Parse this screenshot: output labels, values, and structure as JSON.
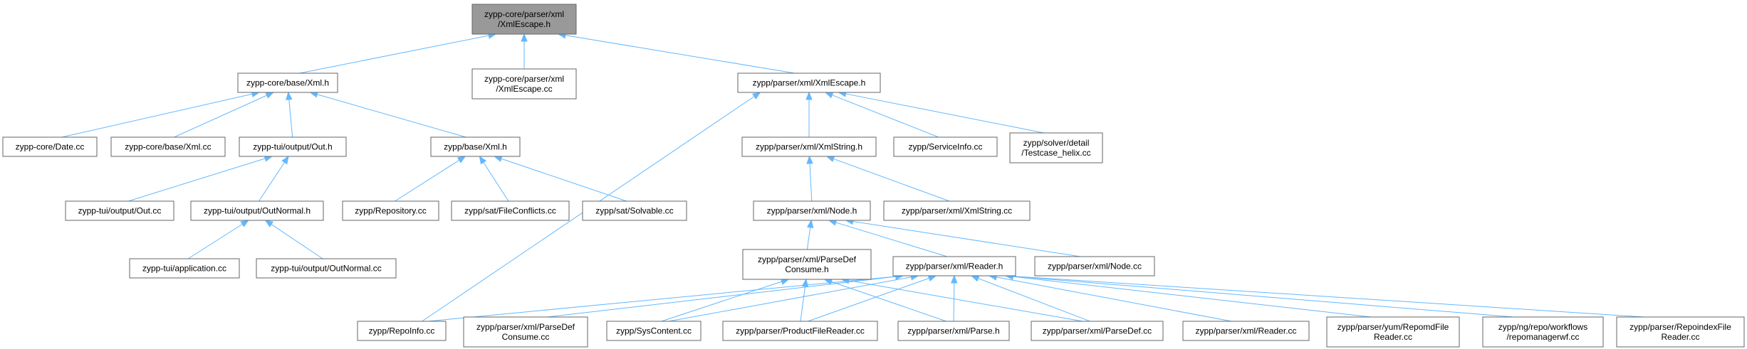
{
  "graph": {
    "nodes": [
      {
        "id": "root",
        "lines": [
          "zypp-core/parser/xml",
          "/XmlEscape.h"
        ],
        "root": true
      },
      {
        "id": "core_xml_h",
        "lines": [
          "zypp-core/base/Xml.h"
        ]
      },
      {
        "id": "xmlescape_cc",
        "lines": [
          "zypp-core/parser/xml",
          "/XmlEscape.cc"
        ]
      },
      {
        "id": "p_xmlescape_h",
        "lines": [
          "zypp/parser/xml/XmlEscape.h"
        ]
      },
      {
        "id": "date_cc",
        "lines": [
          "zypp-core/Date.cc"
        ]
      },
      {
        "id": "core_xml_cc",
        "lines": [
          "zypp-core/base/Xml.cc"
        ]
      },
      {
        "id": "out_h",
        "lines": [
          "zypp-tui/output/Out.h"
        ]
      },
      {
        "id": "base_xml_h",
        "lines": [
          "zypp/base/Xml.h"
        ]
      },
      {
        "id": "out_cc",
        "lines": [
          "zypp-tui/output/Out.cc"
        ]
      },
      {
        "id": "outnormal_h",
        "lines": [
          "zypp-tui/output/OutNormal.h"
        ]
      },
      {
        "id": "repository_cc",
        "lines": [
          "zypp/Repository.cc"
        ]
      },
      {
        "id": "fileconflicts_cc",
        "lines": [
          "zypp/sat/FileConflicts.cc"
        ]
      },
      {
        "id": "solvable_cc",
        "lines": [
          "zypp/sat/Solvable.cc"
        ]
      },
      {
        "id": "application_cc",
        "lines": [
          "zypp-tui/application.cc"
        ]
      },
      {
        "id": "outnormal_cc",
        "lines": [
          "zypp-tui/output/OutNormal.cc"
        ]
      },
      {
        "id": "xmlstring_h",
        "lines": [
          "zypp/parser/xml/XmlString.h"
        ]
      },
      {
        "id": "serviceinfo_cc",
        "lines": [
          "zypp/ServiceInfo.cc"
        ]
      },
      {
        "id": "testcase_cc",
        "lines": [
          "zypp/solver/detail",
          "/Testcase_helix.cc"
        ]
      },
      {
        "id": "node_h",
        "lines": [
          "zypp/parser/xml/Node.h"
        ]
      },
      {
        "id": "xmlstring_cc",
        "lines": [
          "zypp/parser/xml/XmlString.cc"
        ]
      },
      {
        "id": "parsedefconsume_h",
        "lines": [
          "zypp/parser/xml/ParseDef",
          "Consume.h"
        ]
      },
      {
        "id": "reader_h",
        "lines": [
          "zypp/parser/xml/Reader.h"
        ]
      },
      {
        "id": "node_cc",
        "lines": [
          "zypp/parser/xml/Node.cc"
        ]
      },
      {
        "id": "repoinfo_cc",
        "lines": [
          "zypp/RepoInfo.cc"
        ]
      },
      {
        "id": "parsedefconsume_cc",
        "lines": [
          "zypp/parser/xml/ParseDef",
          "Consume.cc"
        ]
      },
      {
        "id": "syscontent_cc",
        "lines": [
          "zypp/SysContent.cc"
        ]
      },
      {
        "id": "productfilereader_cc",
        "lines": [
          "zypp/parser/ProductFileReader.cc"
        ]
      },
      {
        "id": "parse_h",
        "lines": [
          "zypp/parser/xml/Parse.h"
        ]
      },
      {
        "id": "parsedef_cc",
        "lines": [
          "zypp/parser/xml/ParseDef.cc"
        ]
      },
      {
        "id": "reader_cc",
        "lines": [
          "zypp/parser/xml/Reader.cc"
        ]
      },
      {
        "id": "repomdfilereader_cc",
        "lines": [
          "zypp/parser/yum/RepomdFile",
          "Reader.cc"
        ]
      },
      {
        "id": "repomanagerwf_cc",
        "lines": [
          "zypp/ng/repo/workflows",
          "/repomanagerwf.cc"
        ]
      },
      {
        "id": "repoindexfilereader_cc",
        "lines": [
          "zypp/parser/RepoindexFile",
          "Reader.cc"
        ]
      }
    ],
    "edges": [
      [
        "root",
        "core_xml_h"
      ],
      [
        "root",
        "xmlescape_cc"
      ],
      [
        "root",
        "p_xmlescape_h"
      ],
      [
        "core_xml_h",
        "date_cc"
      ],
      [
        "core_xml_h",
        "core_xml_cc"
      ],
      [
        "core_xml_h",
        "out_h"
      ],
      [
        "core_xml_h",
        "base_xml_h"
      ],
      [
        "out_h",
        "out_cc"
      ],
      [
        "out_h",
        "outnormal_h"
      ],
      [
        "outnormal_h",
        "application_cc"
      ],
      [
        "outnormal_h",
        "outnormal_cc"
      ],
      [
        "base_xml_h",
        "repository_cc"
      ],
      [
        "base_xml_h",
        "fileconflicts_cc"
      ],
      [
        "base_xml_h",
        "solvable_cc"
      ],
      [
        "p_xmlescape_h",
        "repoinfo_cc"
      ],
      [
        "p_xmlescape_h",
        "xmlstring_h"
      ],
      [
        "p_xmlescape_h",
        "serviceinfo_cc"
      ],
      [
        "p_xmlescape_h",
        "testcase_cc"
      ],
      [
        "xmlstring_h",
        "node_h"
      ],
      [
        "xmlstring_h",
        "xmlstring_cc"
      ],
      [
        "node_h",
        "parsedefconsume_h"
      ],
      [
        "node_h",
        "reader_h"
      ],
      [
        "node_h",
        "node_cc"
      ],
      [
        "parsedefconsume_h",
        "syscontent_cc"
      ],
      [
        "parsedefconsume_h",
        "productfilereader_cc"
      ],
      [
        "parsedefconsume_h",
        "parse_h"
      ],
      [
        "parsedefconsume_h",
        "parsedef_cc"
      ],
      [
        "reader_h",
        "repoinfo_cc"
      ],
      [
        "reader_h",
        "parsedefconsume_cc"
      ],
      [
        "reader_h",
        "syscontent_cc"
      ],
      [
        "reader_h",
        "productfilereader_cc"
      ],
      [
        "reader_h",
        "parse_h"
      ],
      [
        "reader_h",
        "parsedef_cc"
      ],
      [
        "reader_h",
        "reader_cc"
      ],
      [
        "reader_h",
        "repomdfilereader_cc"
      ],
      [
        "reader_h",
        "repomanagerwf_cc"
      ],
      [
        "reader_h",
        "repoindexfilereader_cc"
      ]
    ]
  },
  "colors": {
    "edge": "#63b8ff",
    "root_fill": "#999999",
    "node_stroke": "#666666"
  }
}
